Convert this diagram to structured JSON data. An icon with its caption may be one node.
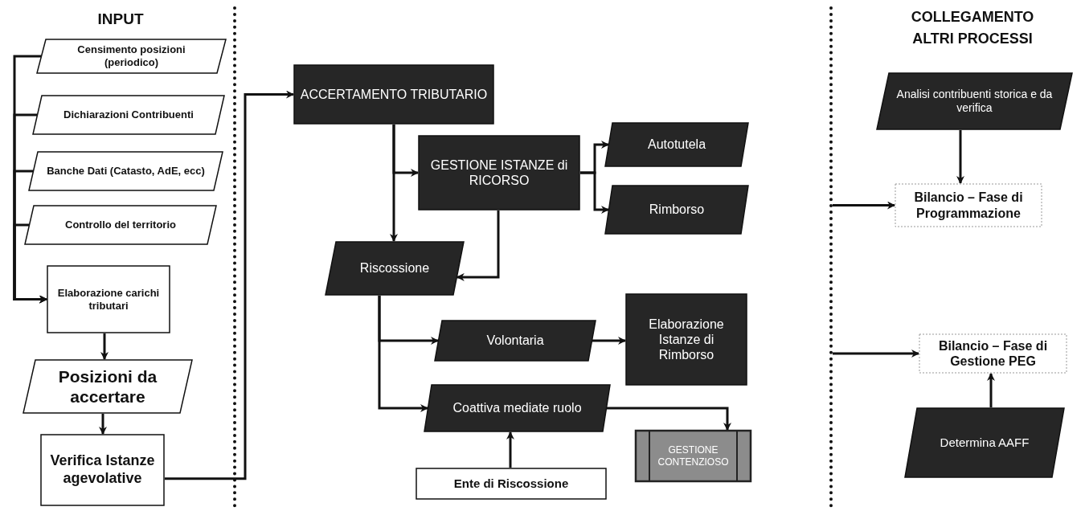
{
  "diagram": {
    "nodes": [
      {
        "text": [
          "Censimento posizioni (periodico)"
        ]
      },
      {
        "text": [
          "Dichiarazioni Contribuenti"
        ]
      },
      {
        "text": [
          "Banche Dati (Catasto, AdE, ecc)"
        ]
      },
      {
        "text": [
          "Controllo del territorio"
        ]
      },
      {
        "text": [
          "Elaborazione carichi tributari"
        ]
      },
      {
        "text": [
          "Posizioni da accertare"
        ]
      },
      {
        "text": [
          "Verifica Istanze agevolative"
        ]
      },
      {
        "text": [
          "ACCERTAMENTO TRIBUTARIO"
        ]
      },
      {
        "text": [
          "GESTIONE ISTANZE di RICORSO"
        ]
      },
      {
        "text": [
          "Autotutela"
        ]
      },
      {
        "text": [
          "Rimborso"
        ]
      },
      {
        "text": [
          "Riscossione"
        ]
      },
      {
        "text": [
          "Volontaria"
        ]
      },
      {
        "text": [
          "Elaborazione Istanze di Rimborso"
        ]
      },
      {
        "text": [
          "Coattiva mediate ruolo"
        ]
      },
      {
        "text": [
          "GESTIONE CONTENZIOSO"
        ]
      },
      {
        "text": [
          "Ente di Riscossione"
        ]
      },
      {
        "text": [
          "Analisi contribuenti storica e da verifica"
        ]
      },
      {
        "text": [
          "Bilancio – Fase di Programmazione"
        ]
      },
      {
        "text": [
          "Bilancio – Fase di Gestione PEG"
        ]
      },
      {
        "text": [
          "Determina AAFF"
        ]
      }
    ],
    "edges": [
      {
        "from": 0,
        "to": 4,
        "arrow": "to"
      },
      {
        "from": 1,
        "to": 4,
        "arrow": "to"
      },
      {
        "from": 2,
        "to": 4,
        "arrow": "to"
      },
      {
        "from": 3,
        "to": 4,
        "arrow": "to"
      },
      {
        "from": 4,
        "to": 5,
        "arrow": "to"
      },
      {
        "from": 5,
        "to": 6,
        "arrow": "to"
      },
      {
        "from": 6,
        "to": 7,
        "arrow": "to"
      },
      {
        "from": 7,
        "to": 8,
        "arrow": "to"
      },
      {
        "from": 7,
        "to": 11,
        "arrow": "to"
      },
      {
        "from": 8,
        "to": 9,
        "arrow": "to"
      },
      {
        "from": 8,
        "to": 10,
        "arrow": "to"
      },
      {
        "from": 8,
        "to": 11,
        "arrow": "to"
      },
      {
        "from": 11,
        "to": 12,
        "arrow": "to"
      },
      {
        "from": 11,
        "to": 14,
        "arrow": "to"
      },
      {
        "from": 12,
        "to": 13,
        "arrow": "to"
      },
      {
        "from": 14,
        "to": 15,
        "arrow": "to"
      },
      {
        "from": 16,
        "to": 14,
        "arrow": "to"
      },
      {
        "from": null,
        "to": 18,
        "arrow": "to"
      },
      {
        "from": 17,
        "to": 18,
        "arrow": "to"
      },
      {
        "from": null,
        "to": 19,
        "arrow": "to"
      },
      {
        "from": 20,
        "to": 19,
        "arrow": "to"
      }
    ],
    "labels": [
      "INPUT",
      "COLLEGAMENTO ALTRI PROCESSI"
    ]
  }
}
